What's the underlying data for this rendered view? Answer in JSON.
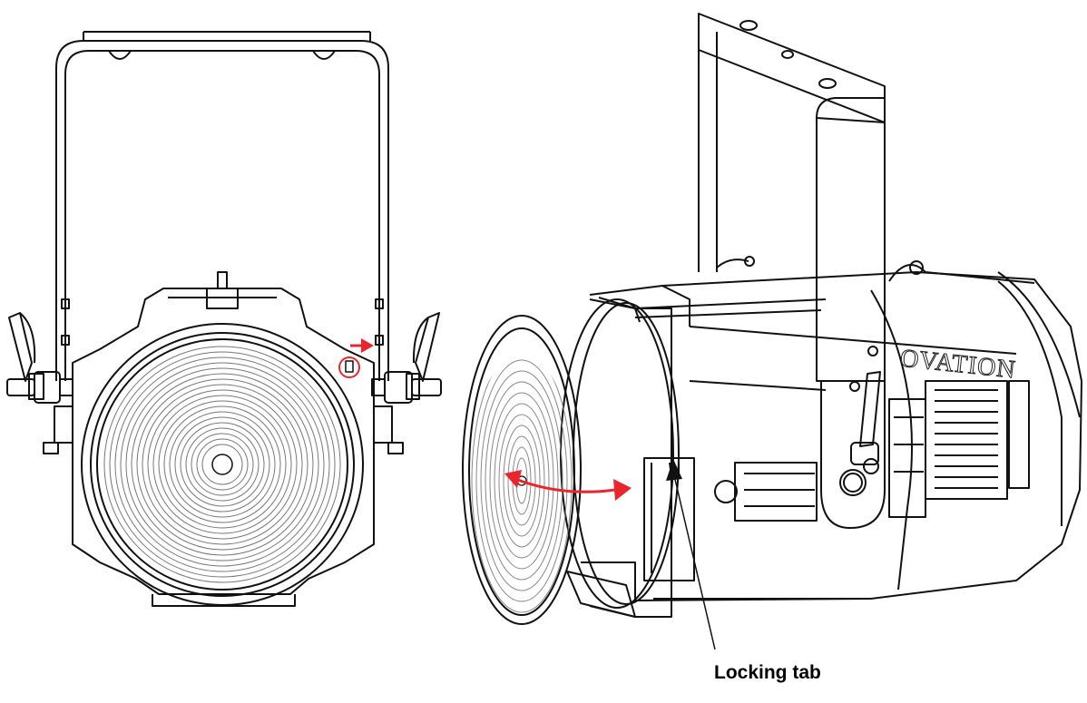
{
  "figure": {
    "callout_label": "Locking tab",
    "brand_text": "OVATION",
    "colors": {
      "line": "#111111",
      "accent": "#e8262b",
      "background": "#ffffff"
    },
    "views": [
      {
        "name": "front-view"
      },
      {
        "name": "side-view"
      }
    ]
  }
}
